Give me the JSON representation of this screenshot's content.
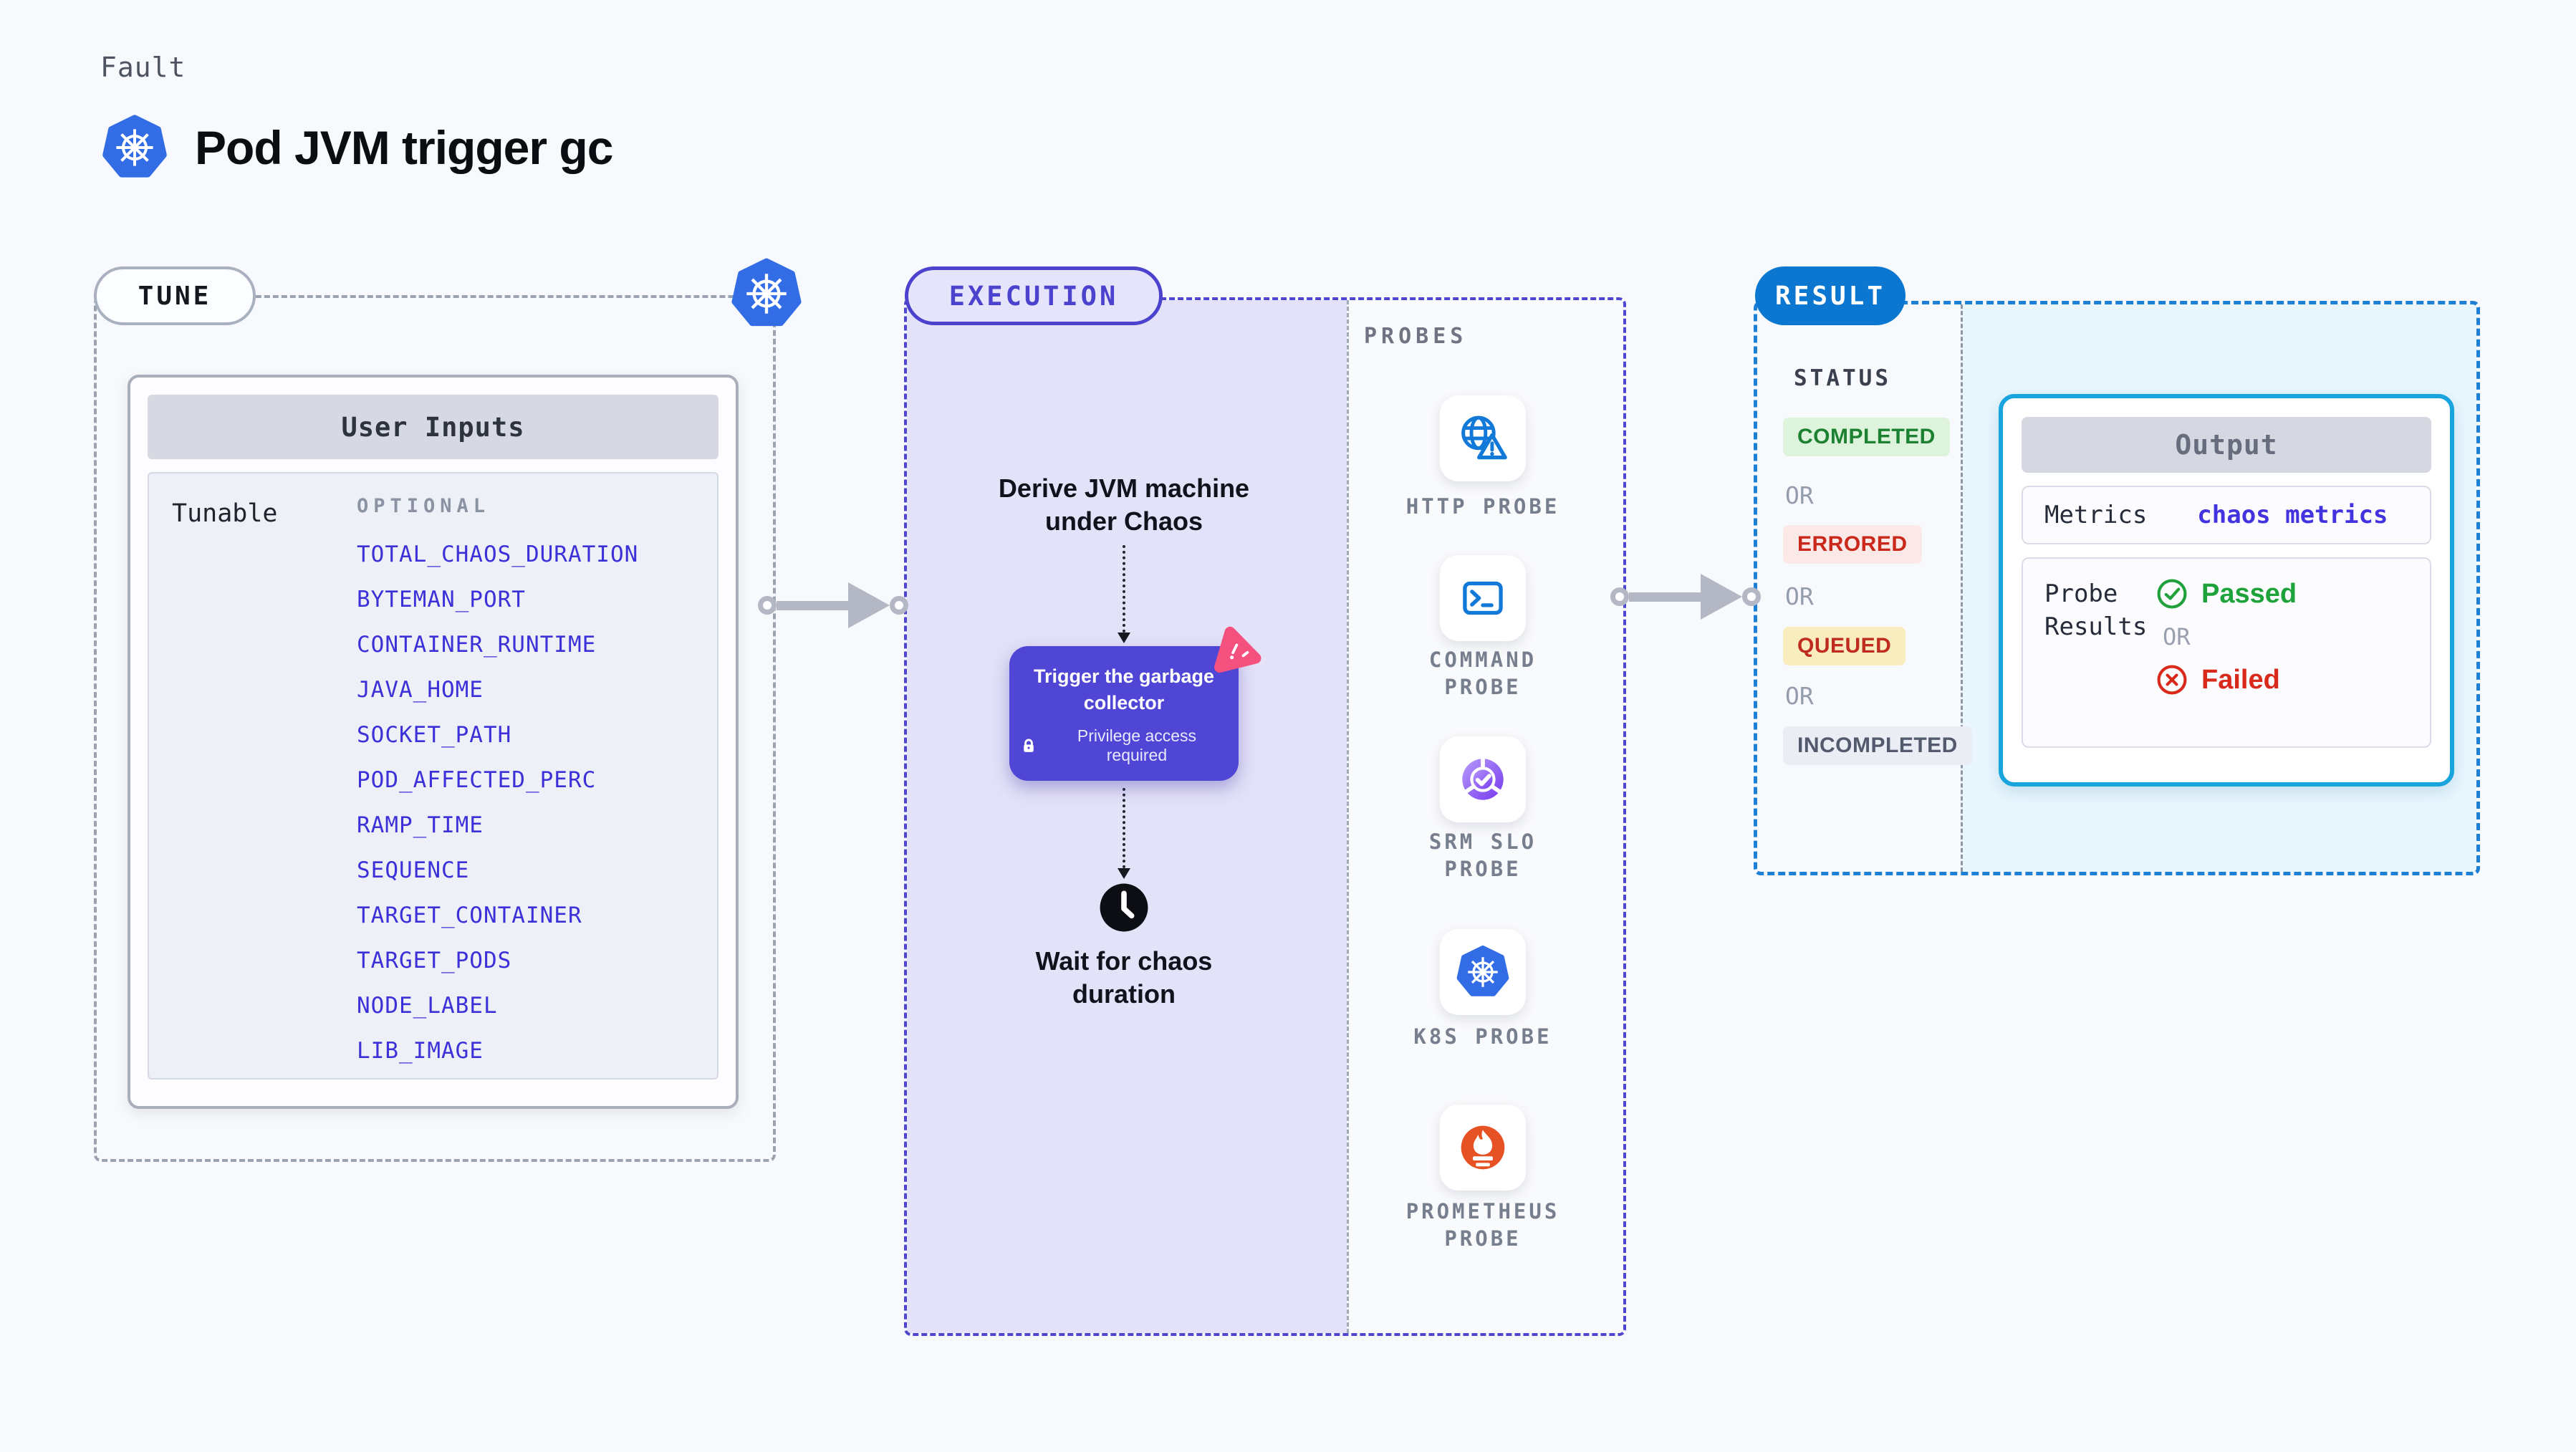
{
  "header": {
    "kicker": "Fault",
    "title": "Pod JVM trigger gc"
  },
  "tune": {
    "badge": "TUNE",
    "card_title": "User Inputs",
    "row_label": "Tunable",
    "group_label": "OPTIONAL",
    "items": [
      "TOTAL_CHAOS_DURATION",
      "BYTEMAN_PORT",
      "CONTAINER_RUNTIME",
      "JAVA_HOME",
      "SOCKET_PATH",
      "POD_AFFECTED_PERC",
      "RAMP_TIME",
      "SEQUENCE",
      "TARGET_CONTAINER",
      "TARGET_PODS",
      "NODE_LABEL",
      "LIB_IMAGE"
    ]
  },
  "execution": {
    "badge": "EXECUTION",
    "probes_label": "PROBES",
    "step_derive": "Derive JVM machine\nunder Chaos",
    "trigger_title": "Trigger the garbage\ncollector",
    "trigger_note": "Privilege access required",
    "wait_label": "Wait for chaos\nduration"
  },
  "probes": [
    {
      "icon": "globe-alert-icon",
      "label": "HTTP PROBE"
    },
    {
      "icon": "terminal-icon",
      "label": "COMMAND PROBE"
    },
    {
      "icon": "slo-gauge-icon",
      "label": "SRM SLO PROBE"
    },
    {
      "icon": "kubernetes-icon",
      "label": "K8S PROBE"
    },
    {
      "icon": "prometheus-icon",
      "label": "PROMETHEUS PROBE"
    }
  ],
  "result": {
    "badge": "RESULT",
    "status_label": "STATUS",
    "or_label": "OR",
    "statuses": [
      {
        "label": "COMPLETED",
        "tone": "success"
      },
      {
        "label": "ERRORED",
        "tone": "error"
      },
      {
        "label": "QUEUED",
        "tone": "warning"
      },
      {
        "label": "INCOMPLETED",
        "tone": "neutral"
      }
    ],
    "output": {
      "title": "Output",
      "metrics_label": "Metrics",
      "metrics_value": "chaos metrics",
      "probe_results_label": "Probe Results",
      "passed": "Passed",
      "failed": "Failed"
    }
  },
  "colors": {
    "accent_indigo": "#4f46d6",
    "accent_blue": "#0b77d0",
    "output_border_cyan": "#18a4dc",
    "link_indigo": "#3c31d8",
    "success_green": "#1ea23a",
    "error_red": "#d8291b",
    "kubernetes_blue": "#326de6",
    "prometheus_orange": "#e75225",
    "lavender_bg": "#e4e2f8",
    "result_bg_cyan": "#e9f6fd"
  }
}
